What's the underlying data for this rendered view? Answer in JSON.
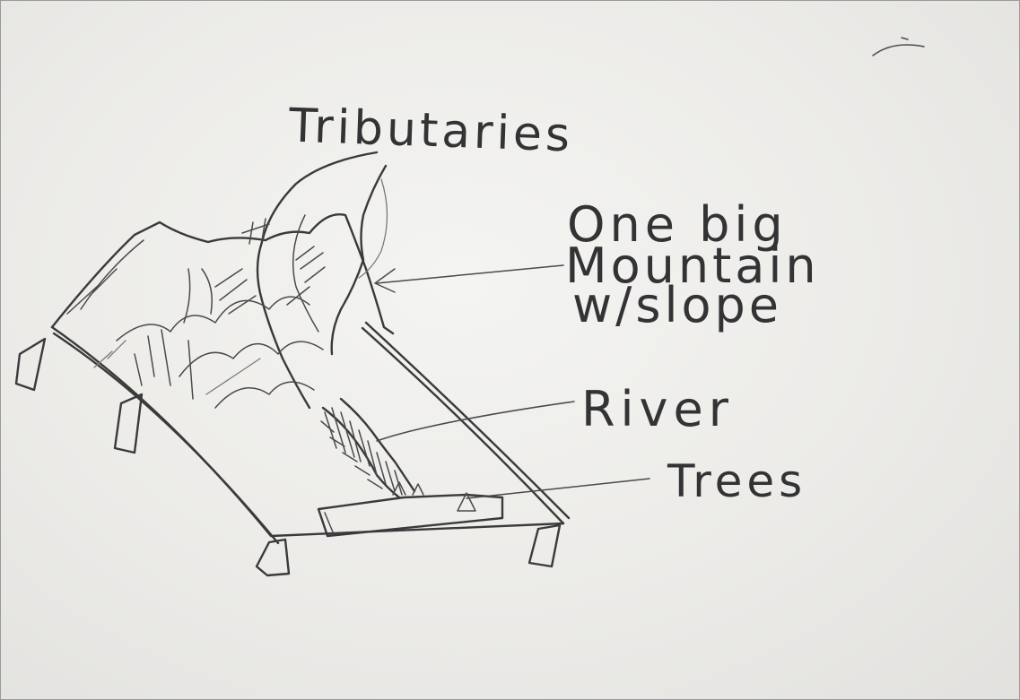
{
  "labels": {
    "tributaries": "Tributaries",
    "mountain_line1": "One big",
    "mountain_line2": "Mountain",
    "mountain_line3": "w/slope",
    "river": "River",
    "trees": "Trees"
  },
  "colors": {
    "paper": "#efeeeb",
    "ink": "#3a3a3c"
  }
}
